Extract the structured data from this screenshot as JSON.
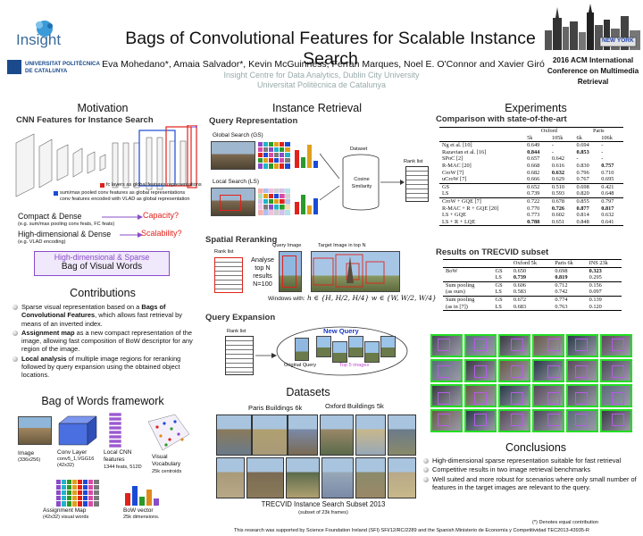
{
  "header": {
    "logo_text": "Insight",
    "upc_line1": "UNIVERSITAT POLITÈCNICA",
    "upc_line2": "DE CATALUNYA",
    "title": "Bags of Convolutional Features for Scalable Instance Search",
    "authors": "Eva Mohedano*, Amaia Salvador*, Kevin McGuinness, Ferran Marques, Noel E. O'Connor and Xavier Giró",
    "affiliation1": "Insight Centre for Data Analytics, Dublin City University",
    "affiliation2": "Universitat Politècnica de Catalunya",
    "conference_line1": "2016 ACM International",
    "conference_line2": "Conference on Multimedia",
    "conference_line3": "Retrieval",
    "skyline_text": "NEW YORK"
  },
  "motivation": {
    "heading": "Motivation",
    "subheading": "CNN Features for Instance Search",
    "legend1": "fc layers as global features representations",
    "legend2": "sum/max pooled conv features as global representations",
    "legend3": "conv features encoded with VLAD as global representation",
    "compact_title": "Compact & Dense",
    "compact_sub": "(e.g. sum/max pooling conv feats, FC feats)",
    "compact_result": "Capacity?",
    "highdim_title": "High-dimensional & Dense",
    "highdim_sub": "(e.g. VLAD encoding)",
    "highdim_result": "Scalability?",
    "box_line1": "High-dimensional & Sparse",
    "box_line2": "Bag of Visual Words",
    "colors": {
      "red": "#e0221b",
      "blue": "#1a4bd6",
      "purple": "#8a4cc9"
    }
  },
  "contributions": {
    "heading": "Contributions",
    "items": [
      {
        "bold1": "",
        "text1": "Sparse visual representation based on a ",
        "bold": "Bags of Convolutional Features",
        "text2": ", which allows fast retrieval by means of an inverted index."
      },
      {
        "bold1": "Assignment map",
        "text1": " as a new compact representation of the image, allowing fast composition of BoW descriptor for any region of the image.",
        "bold": "",
        "text2": ""
      },
      {
        "bold1": "Local analysis",
        "text1": " of multiple image regions for reranking followed by query expansion using the obtained object locations.",
        "bold": "",
        "text2": ""
      }
    ]
  },
  "bow": {
    "heading": "Bag of Words framework",
    "image_label": "Image",
    "image_size": "(336x256)",
    "conv_label": "Conv Layer",
    "conv_sub1": "conv5_1,VGG16",
    "conv_sub2": "(42x32)",
    "local_label1": "Local CNN",
    "local_label2": "features",
    "local_sub": "1344 feats, 512D",
    "vocab_label1": "Visual",
    "vocab_label2": "Vocabulary",
    "vocab_sub": "25k centroids",
    "assign_label": "Assignment Map",
    "assign_sub": "(42x32) visual words",
    "bowvec_label": "BoW vector",
    "bowvec_sub": "25k dimensions."
  },
  "retrieval": {
    "heading": "Instance Retrieval",
    "query_rep": "Query Representation",
    "gs_label": "Global Search (GS)",
    "ls_label": "Local Search (LS)",
    "dataset_label": "Dataset",
    "cosine_label1": "Cosine",
    "cosine_label2": "Similarity",
    "ranklist": "Rank list",
    "spatial": "Spatial Reranking",
    "query_image": "Query Image",
    "target_image": "Target Image in top N",
    "analyse": "Analyse top N results N=100",
    "windows_with": "Windows with:",
    "windows_formula": "h ∈ {H, H/2, H/4}   w ∈ {W, W/2, W/4}",
    "qe": "Query Expansion",
    "new_query": "New Query",
    "original_query": "Original Query",
    "top5": "Top 5 images"
  },
  "datasets": {
    "heading": "Datasets",
    "paris": "Paris Buildings 6k",
    "oxford": "Oxford Buildings 5k",
    "trecvid": "TRECVID Instance Search Subset 2013",
    "trecvid_sub": "(subset of 23k frames)"
  },
  "experiments": {
    "heading": "Experiments",
    "sota_heading": "Comparison with state-of-the-art",
    "sota_groups": [
      "Oxford",
      "Paris"
    ],
    "sota_cols": [
      "5k",
      "105k",
      "6k",
      "106k"
    ],
    "sota_rows": [
      {
        "name": "Ng et al. [10]",
        "v": [
          "0.649",
          "-",
          "0.694",
          "-"
        ],
        "bold": [
          false,
          false,
          false,
          false
        ]
      },
      {
        "name": "Razavian et al. [16]",
        "v": [
          "0.844",
          "-",
          "0.853",
          "-"
        ],
        "bold": [
          true,
          false,
          true,
          false
        ]
      },
      {
        "name": "SPoC [2]",
        "v": [
          "0.657",
          "0.642",
          "-",
          "-"
        ],
        "bold": [
          false,
          false,
          false,
          false
        ]
      },
      {
        "name": "R-MAC [20]",
        "v": [
          "0.668",
          "0.616",
          "0.830",
          "0.757"
        ],
        "bold": [
          false,
          false,
          false,
          true
        ]
      },
      {
        "name": "CroW [7]",
        "v": [
          "0.682",
          "0.632",
          "0.796",
          "0.710"
        ],
        "bold": [
          false,
          true,
          false,
          false
        ]
      },
      {
        "name": "uCroW [7]",
        "v": [
          "0.666",
          "0.629",
          "0.767",
          "0.695"
        ],
        "bold": [
          false,
          false,
          false,
          false
        ]
      },
      {
        "name": "GS",
        "v": [
          "0.652",
          "0.510",
          "0.698",
          "0.421"
        ],
        "bold": [
          false,
          false,
          false,
          false
        ]
      },
      {
        "name": "LS",
        "v": [
          "0.739",
          "0.593",
          "0.820",
          "0.648"
        ],
        "bold": [
          false,
          false,
          false,
          false
        ]
      },
      {
        "name": "CroW + GQE [7]",
        "v": [
          "0.722",
          "0.678",
          "0.855",
          "0.797"
        ],
        "bold": [
          false,
          false,
          false,
          false
        ]
      },
      {
        "name": "R-MAC + R + GQE [20]",
        "v": [
          "0.770",
          "0.726",
          "0.877",
          "0.817"
        ],
        "bold": [
          false,
          true,
          true,
          true
        ]
      },
      {
        "name": "LS + GQE",
        "v": [
          "0.773",
          "0.602",
          "0.814",
          "0.632"
        ],
        "bold": [
          false,
          false,
          false,
          false
        ]
      },
      {
        "name": "LS + R + LQE",
        "v": [
          "0.788",
          "0.651",
          "0.848",
          "0.641"
        ],
        "bold": [
          true,
          false,
          false,
          false
        ]
      }
    ],
    "trec_heading": "Results on TRECVID subset",
    "trec_cols": [
      "Oxford 5k",
      "Paris 6k",
      "INS 23k"
    ],
    "trec_groups": [
      {
        "name1": "BoW",
        "name2": "",
        "rows": [
          {
            "m": "GS",
            "v": [
              "0.650",
              "0.698",
              "0.323"
            ],
            "bold": [
              false,
              false,
              true
            ]
          },
          {
            "m": "LS",
            "v": [
              "0.739",
              "0.819",
              "0.295"
            ],
            "bold": [
              true,
              true,
              false
            ]
          }
        ]
      },
      {
        "name1": "Sum pooling",
        "name2": "(as ours)",
        "rows": [
          {
            "m": "GS",
            "v": [
              "0.606",
              "0.712",
              "0.156"
            ],
            "bold": [
              false,
              false,
              false
            ]
          },
          {
            "m": "LS",
            "v": [
              "0.583",
              "0.742",
              "0.097"
            ],
            "bold": [
              false,
              false,
              false
            ]
          }
        ]
      },
      {
        "name1": "Sum pooling",
        "name2": "(as in [7])",
        "rows": [
          {
            "m": "GS",
            "v": [
              "0.672",
              "0.774",
              "0.139"
            ],
            "bold": [
              false,
              false,
              false
            ]
          },
          {
            "m": "LS",
            "v": [
              "0.683",
              "0.763",
              "0.120"
            ],
            "bold": [
              false,
              false,
              false
            ]
          }
        ]
      }
    ]
  },
  "conclusions": {
    "heading": "Conclusions",
    "items": [
      "High-dimensional sparse representation suitable for fast retrieval",
      "Competitive results in two image retrieval benchmarks",
      "Well suited and more robust for scenarios where only small number of features in the target images are relevant to the query."
    ]
  },
  "footer": {
    "equal": "(*) Denotes equal contribution",
    "funding": "This research was supported by Science Foundation Ireland (SFI) SFI/12/RC/2289 and the Spanish Ministerio de Economía y Competitividad TEC2013-43935-R"
  }
}
